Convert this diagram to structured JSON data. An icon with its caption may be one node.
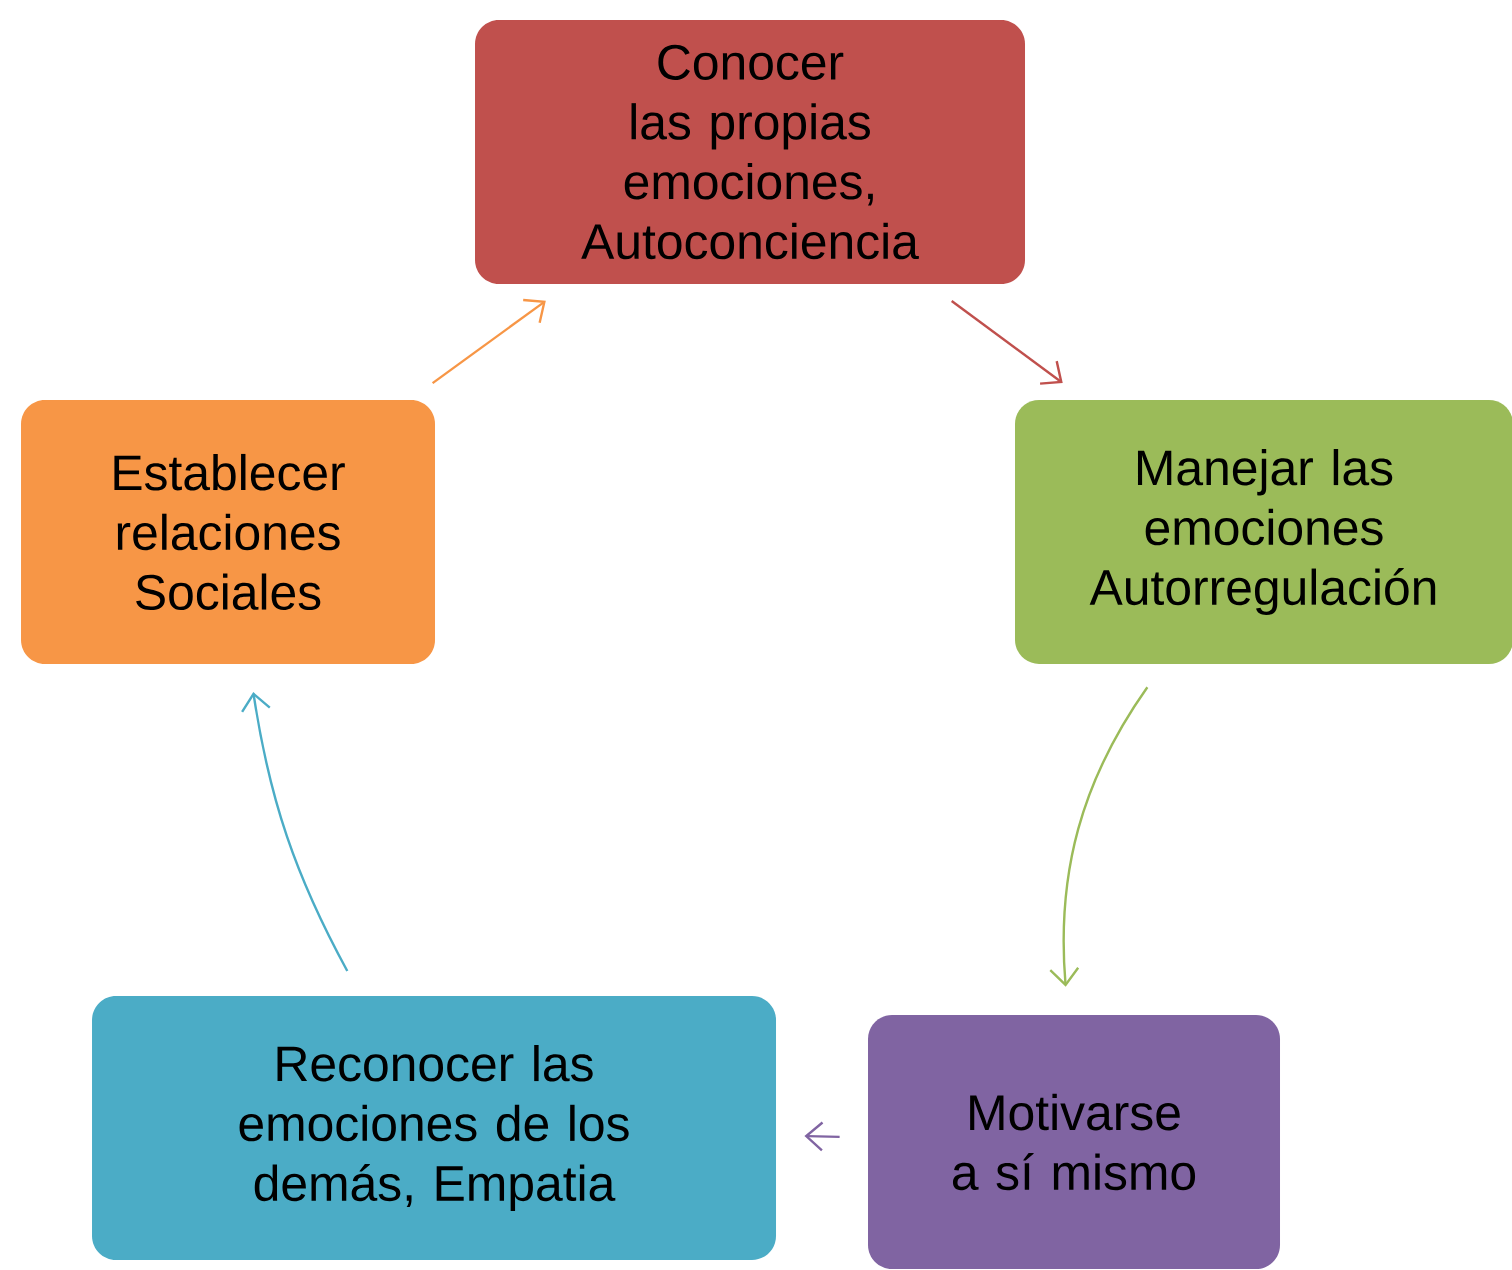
{
  "diagram": {
    "nodes": [
      {
        "text": [
          "Conocer las propias emociones, Autoconciencia"
        ]
      },
      {
        "text": [
          "Manejar las emociones Autorregulación"
        ]
      },
      {
        "text": [
          "Motivarse a sí mismo"
        ]
      },
      {
        "text": [
          "Reconocer las emociones de los demás, Empatia"
        ]
      },
      {
        "text": [
          "Establecer relaciones Sociales"
        ]
      }
    ],
    "edges": [
      {
        "from": 0,
        "to": 1,
        "arrow": "to",
        "color": "#c0504d"
      },
      {
        "from": 1,
        "to": 2,
        "arrow": "to",
        "color": "#9bbb59"
      },
      {
        "from": 2,
        "to": 3,
        "arrow": "to",
        "color": "#8064a2"
      },
      {
        "from": 3,
        "to": 4,
        "arrow": "to",
        "color": "#4bacc6"
      },
      {
        "from": 4,
        "to": 0,
        "arrow": "to",
        "color": "#f79646"
      }
    ]
  }
}
